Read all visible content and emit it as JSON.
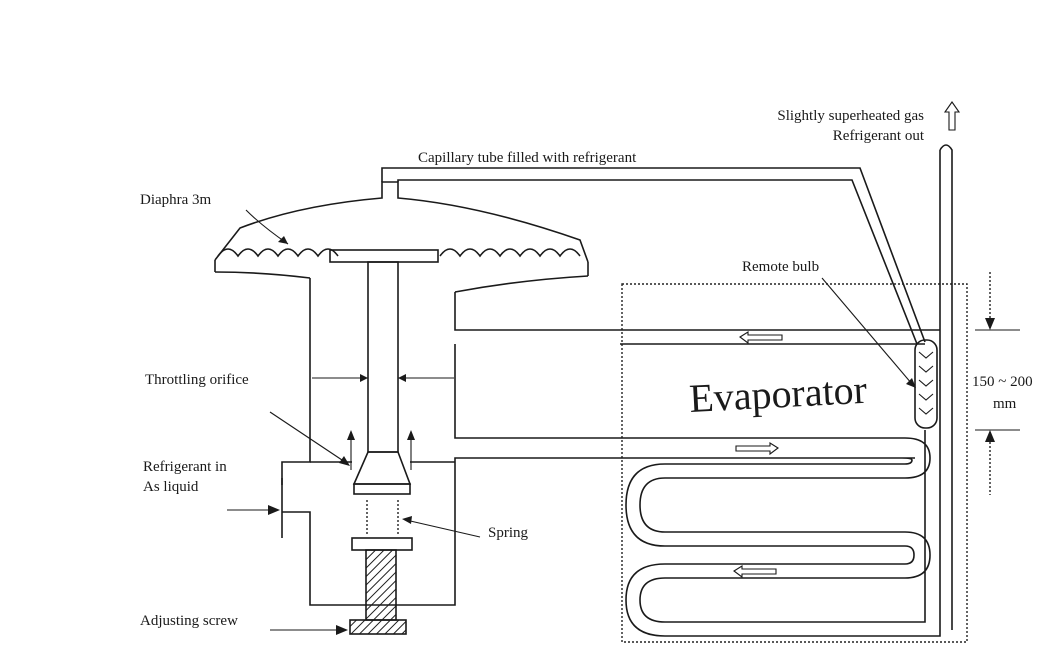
{
  "labels": {
    "gas_out_line1": "Slightly superheated gas",
    "gas_out_line2": "Refrigerant out",
    "capillary": "Capillary tube filled with refrigerant",
    "diaphragm": "Diaphra 3m",
    "remote_bulb": "Remote bulb",
    "evaporator": "Evaporator",
    "distance_value": "150 ~ 200",
    "distance_unit": "mm",
    "throttling": "Throttling orifice",
    "ref_in_line1": "Refrigerant in",
    "ref_in_line2": "As liquid",
    "spring": "Spring",
    "adjusting_screw": "Adjusting screw"
  },
  "colors": {
    "ink": "#1a1a1a",
    "background": "#ffffff"
  }
}
